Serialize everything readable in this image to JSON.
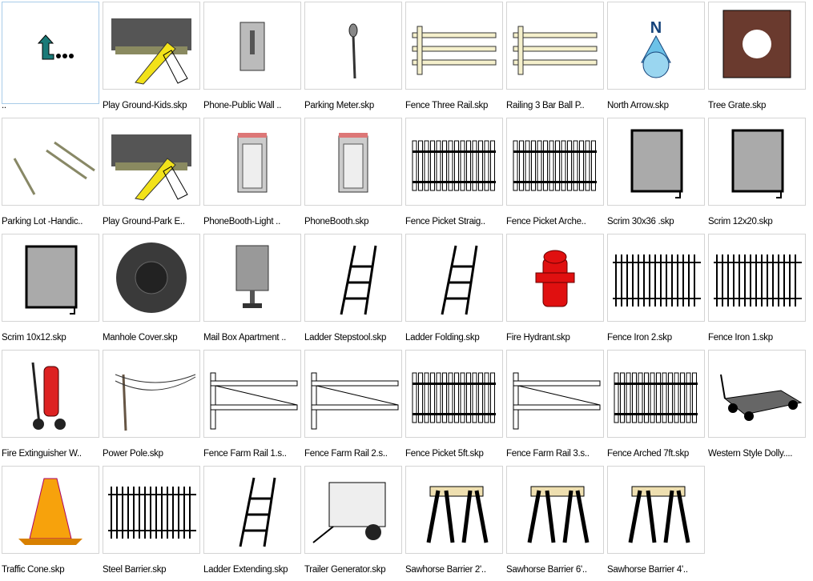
{
  "items": [
    {
      "label": "..",
      "icon": "up-folder"
    },
    {
      "label": "Play Ground-Kids.skp",
      "icon": "playground"
    },
    {
      "label": "Phone-Public Wall ..",
      "icon": "phone"
    },
    {
      "label": "Parking Meter.skp",
      "icon": "meter"
    },
    {
      "label": "Fence Three Rail.skp",
      "icon": "rail"
    },
    {
      "label": "Railing 3 Bar Ball P..",
      "icon": "rail"
    },
    {
      "label": "North Arrow.skp",
      "icon": "north"
    },
    {
      "label": "Tree Grate.skp",
      "icon": "grate"
    },
    {
      "label": "Parking Lot -Handic..",
      "icon": "misc"
    },
    {
      "label": "Play Ground-Park E..",
      "icon": "playground"
    },
    {
      "label": "PhoneBooth-Light ..",
      "icon": "booth"
    },
    {
      "label": "PhoneBooth.skp",
      "icon": "booth"
    },
    {
      "label": "Fence Picket Straig..",
      "icon": "picket"
    },
    {
      "label": "Fence Picket Arche..",
      "icon": "picket"
    },
    {
      "label": "Scrim 30x36 .skp",
      "icon": "scrim"
    },
    {
      "label": "Scrim 12x20.skp",
      "icon": "scrim"
    },
    {
      "label": "Scrim 10x12.skp",
      "icon": "scrim"
    },
    {
      "label": "Manhole Cover.skp",
      "icon": "manhole"
    },
    {
      "label": "Mail Box Apartment ..",
      "icon": "mailbox"
    },
    {
      "label": "Ladder Stepstool.skp",
      "icon": "ladder"
    },
    {
      "label": "Ladder Folding.skp",
      "icon": "ladder"
    },
    {
      "label": "Fire Hydrant.skp",
      "icon": "hydrant"
    },
    {
      "label": "Fence Iron 2.skp",
      "icon": "iron"
    },
    {
      "label": "Fence Iron 1.skp",
      "icon": "iron"
    },
    {
      "label": "Fire Extinguisher W..",
      "icon": "extinguisher"
    },
    {
      "label": "Power Pole.skp",
      "icon": "pole"
    },
    {
      "label": "Fence Farm Rail 1.s..",
      "icon": "farm"
    },
    {
      "label": "Fence Farm Rail 2.s..",
      "icon": "farm"
    },
    {
      "label": "Fence Picket 5ft.skp",
      "icon": "picket"
    },
    {
      "label": "Fence Farm Rail 3.s..",
      "icon": "farm"
    },
    {
      "label": "Fence Arched 7ft.skp",
      "icon": "picket"
    },
    {
      "label": "Western Style Dolly....",
      "icon": "dolly"
    },
    {
      "label": "Traffic Cone.skp",
      "icon": "cone"
    },
    {
      "label": "Steel Barrier.skp",
      "icon": "iron"
    },
    {
      "label": "Ladder Extending.skp",
      "icon": "ladder"
    },
    {
      "label": "Trailer Generator.skp",
      "icon": "generator"
    },
    {
      "label": "Sawhorse Barrier 2'..",
      "icon": "sawhorse"
    },
    {
      "label": "Sawhorse Barrier 6'..",
      "icon": "sawhorse"
    },
    {
      "label": "Sawhorse Barrier 4'..",
      "icon": "sawhorse"
    }
  ]
}
